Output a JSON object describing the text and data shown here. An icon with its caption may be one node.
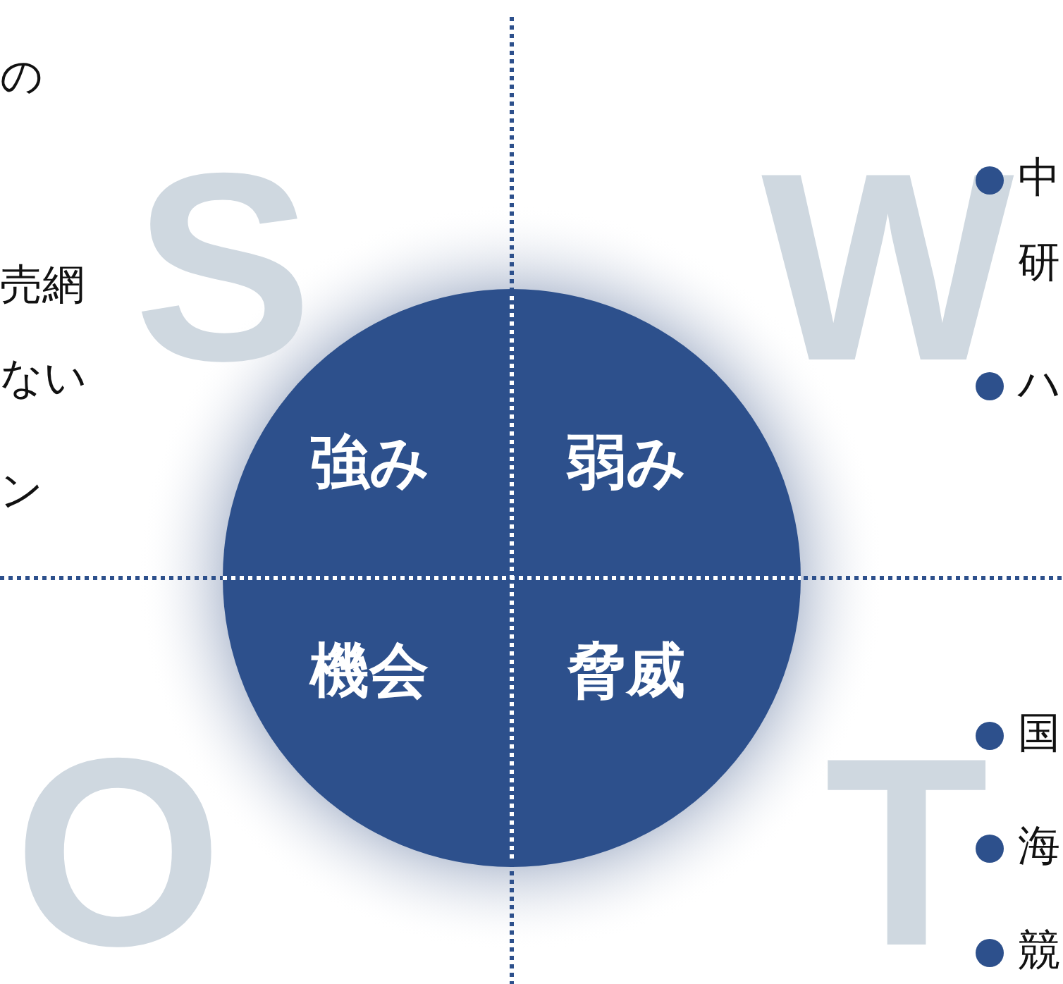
{
  "diagram": {
    "nodes": [
      {
        "text": [
          "強み",
          "弱み",
          "機会",
          "脅威"
        ]
      }
    ],
    "edges": [],
    "labels": [
      "の",
      "S",
      "W",
      "中",
      "研",
      "売網",
      "ない",
      "ハ",
      "ン",
      "国",
      "O",
      "T",
      "海",
      "競"
    ]
  }
}
